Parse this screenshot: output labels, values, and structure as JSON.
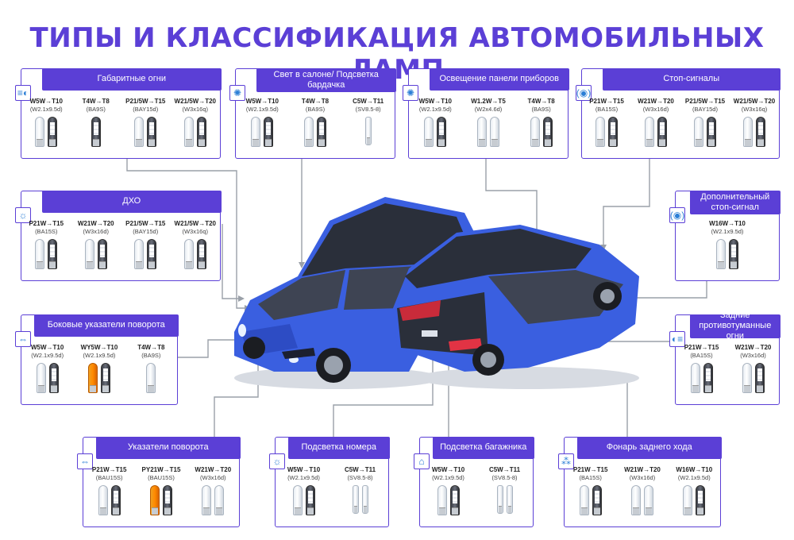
{
  "title": "ТИПЫ И КЛАССИФИКАЦИЯ АВТОМОБИЛЬНЫХ ЛАМП",
  "cards": {
    "gabarit": {
      "title": "Габаритные огни",
      "icon": "parking-lights-icon",
      "items": [
        {
          "code": "W5W→T10",
          "base": "(W2.1x9.5d)",
          "bulbs": [
            "plain",
            "led"
          ]
        },
        {
          "code": "T4W→T8",
          "base": "(BA9S)",
          "bulbs": [
            "led"
          ]
        },
        {
          "code": "P21/5W→T15",
          "base": "(BAY15d)",
          "bulbs": [
            "plain",
            "led"
          ]
        },
        {
          "code": "W21/5W→T20",
          "base": "(W3x16q)",
          "bulbs": [
            "plain",
            "led"
          ]
        }
      ]
    },
    "salon": {
      "title": "Свет в салоне/ Подсветка бардачка",
      "icon": "interior-light-icon",
      "items": [
        {
          "code": "W5W→T10",
          "base": "(W2.1x9.5d)",
          "bulbs": [
            "plain",
            "led"
          ]
        },
        {
          "code": "T4W→T8",
          "base": "(BA9S)",
          "bulbs": [
            "plain",
            "led"
          ]
        },
        {
          "code": "C5W→T11",
          "base": "(SV8.5-8)",
          "bulbs": [
            "fest"
          ]
        }
      ]
    },
    "panel": {
      "title": "Освещение панели приборов",
      "icon": "dashboard-light-icon",
      "items": [
        {
          "code": "W5W→T10",
          "base": "(W2.1x9.5d)",
          "bulbs": [
            "plain",
            "led"
          ]
        },
        {
          "code": "W1.2W→T5",
          "base": "(W2x4.6d)",
          "bulbs": [
            "plain",
            "plain"
          ]
        },
        {
          "code": "T4W→T8",
          "base": "(BA9S)",
          "bulbs": [
            "plain",
            "led"
          ]
        }
      ]
    },
    "stop": {
      "title": "Стоп-сигналы",
      "icon": "brake-light-icon",
      "items": [
        {
          "code": "P21W→T15",
          "base": "(BA15S)",
          "bulbs": [
            "plain",
            "led"
          ]
        },
        {
          "code": "W21W→T20",
          "base": "(W3x16d)",
          "bulbs": [
            "plain",
            "led"
          ]
        },
        {
          "code": "P21/5W→T15",
          "base": "(BAY15d)",
          "bulbs": [
            "plain",
            "led"
          ]
        },
        {
          "code": "W21/5W→T20",
          "base": "(W3x16q)",
          "bulbs": [
            "plain",
            "led"
          ]
        }
      ]
    },
    "dho": {
      "title": "ДХО",
      "icon": "drl-icon",
      "items": [
        {
          "code": "P21W→T15",
          "base": "(BA15S)",
          "bulbs": [
            "plain",
            "led"
          ]
        },
        {
          "code": "W21W→T20",
          "base": "(W3x16d)",
          "bulbs": [
            "plain",
            "led"
          ]
        },
        {
          "code": "P21/5W→T15",
          "base": "(BAY15d)",
          "bulbs": [
            "plain",
            "led"
          ]
        },
        {
          "code": "W21/5W→T20",
          "base": "(W3x16q)",
          "bulbs": [
            "plain",
            "led"
          ]
        }
      ]
    },
    "extrastop": {
      "title": "Дополнительный стоп-сигнал",
      "icon": "extra-brake-light-icon",
      "items": [
        {
          "code": "W16W→T10",
          "base": "(W2.1x9.5d)",
          "bulbs": [
            "plain",
            "led"
          ]
        }
      ]
    },
    "side": {
      "title": "Боковые указатели поворота",
      "icon": "side-turn-signal-icon",
      "items": [
        {
          "code": "W5W→T10",
          "base": "(W2.1x9.5d)",
          "bulbs": [
            "plain",
            "led"
          ]
        },
        {
          "code": "WY5W→T10",
          "base": "(W2.1x9.5d)",
          "bulbs": [
            "amber",
            "led"
          ]
        },
        {
          "code": "T4W→T8",
          "base": "(BA9S)",
          "bulbs": [
            "plain"
          ]
        }
      ]
    },
    "fog": {
      "title": "Задние противотуманные огни",
      "icon": "rear-fog-light-icon",
      "items": [
        {
          "code": "P21W→T15",
          "base": "(BA15S)",
          "bulbs": [
            "plain",
            "led"
          ]
        },
        {
          "code": "W21W→T20",
          "base": "(W3x16d)",
          "bulbs": [
            "plain",
            "led"
          ]
        }
      ]
    },
    "turn": {
      "title": "Указатели поворота",
      "icon": "turn-signal-icon",
      "items": [
        {
          "code": "P21W→T15",
          "base": "(BAU15S)",
          "bulbs": [
            "plain",
            "led"
          ]
        },
        {
          "code": "PY21W→T15",
          "base": "(BAU15S)",
          "bulbs": [
            "amber",
            "led"
          ]
        },
        {
          "code": "W21W→T20",
          "base": "(W3x16d)",
          "bulbs": [
            "plain",
            "plain"
          ]
        }
      ]
    },
    "number": {
      "title": "Подсветка номера",
      "icon": "license-plate-light-icon",
      "items": [
        {
          "code": "W5W→T10",
          "base": "(W2.1x9.5d)",
          "bulbs": [
            "plain",
            "led"
          ]
        },
        {
          "code": "C5W→T11",
          "base": "(SV8.5-8)",
          "bulbs": [
            "fest",
            "fest"
          ]
        }
      ]
    },
    "trunk": {
      "title": "Подсветка багажника",
      "icon": "trunk-light-icon",
      "items": [
        {
          "code": "W5W→T10",
          "base": "(W2.1x9.5d)",
          "bulbs": [
            "plain",
            "led"
          ]
        },
        {
          "code": "C5W→T11",
          "base": "(SV8.5-8)",
          "bulbs": [
            "fest",
            "fest"
          ]
        }
      ]
    },
    "reverse": {
      "title": "Фонарь заднего хода",
      "icon": "reverse-light-icon",
      "items": [
        {
          "code": "P21W→T15",
          "base": "(BA15S)",
          "bulbs": [
            "plain",
            "led"
          ]
        },
        {
          "code": "W21W→T20",
          "base": "(W3x16d)",
          "bulbs": [
            "plain",
            "plain"
          ]
        },
        {
          "code": "W16W→T10",
          "base": "(W2.1x9.5d)",
          "bulbs": [
            "plain",
            "led"
          ]
        }
      ]
    }
  },
  "colors": {
    "accent": "#5b3fd6",
    "icon": "#2c7fd6",
    "car": "#3a5fe0",
    "car_dark": "#2a2f3a"
  }
}
